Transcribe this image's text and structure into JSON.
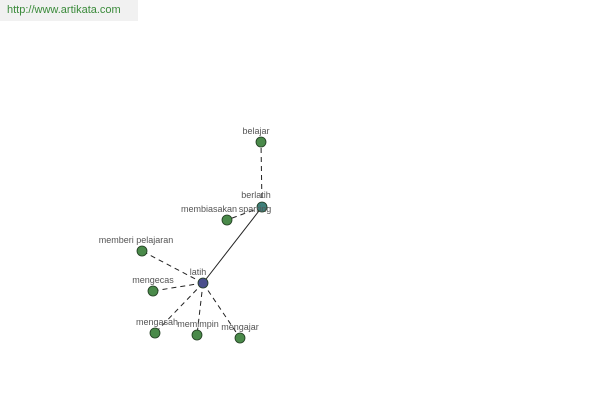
{
  "source": {
    "url_text": "http://www.artikata.com"
  },
  "colors": {
    "center_node": "#4a4f8c",
    "hub_node": "#3f7f7a",
    "leaf_node": "#4a8a4a",
    "node_stroke": "#1f3a1f",
    "edge": "#222222",
    "label": "#555555",
    "source_text": "#3a8a3a"
  },
  "graph": {
    "nodes": [
      {
        "id": "latih",
        "label": "latih",
        "kind": "center"
      },
      {
        "id": "berlatih",
        "label": "berlatih",
        "kind": "hub"
      },
      {
        "id": "belajar",
        "label": "belajar",
        "kind": "leaf"
      },
      {
        "id": "membiasakan",
        "label": "membiasakan",
        "kind": "leaf"
      },
      {
        "id": "sparring",
        "label": "sparring",
        "kind": "leaf"
      },
      {
        "id": "memberi_pelajaran",
        "label": "memberi pelajaran",
        "kind": "leaf"
      },
      {
        "id": "mengecas",
        "label": "mengecas",
        "kind": "leaf"
      },
      {
        "id": "mengasah",
        "label": "mengasah",
        "kind": "leaf"
      },
      {
        "id": "memimpin",
        "label": "memimpin",
        "kind": "leaf"
      },
      {
        "id": "mengajar",
        "label": "mengajar",
        "kind": "leaf"
      }
    ],
    "edges": [
      {
        "from": "latih",
        "to": "berlatih",
        "style": "solid"
      },
      {
        "from": "berlatih",
        "to": "belajar",
        "style": "dashed"
      },
      {
        "from": "berlatih",
        "to": "membiasakan",
        "style": "dashed"
      },
      {
        "from": "latih",
        "to": "memberi_pelajaran",
        "style": "dashed"
      },
      {
        "from": "latih",
        "to": "mengecas",
        "style": "dashed"
      },
      {
        "from": "latih",
        "to": "mengasah",
        "style": "dashed"
      },
      {
        "from": "latih",
        "to": "memimpin",
        "style": "dashed"
      },
      {
        "from": "latih",
        "to": "mengajar",
        "style": "dashed"
      }
    ]
  }
}
